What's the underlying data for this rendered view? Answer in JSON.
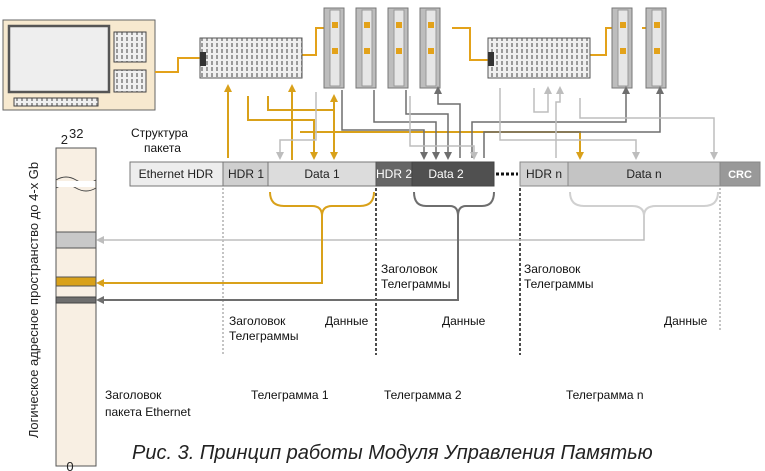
{
  "packet_structure_label": [
    "Структура",
    "пакета"
  ],
  "segments": {
    "ethernet_hdr": "Ethernet HDR",
    "hdr1": "HDR 1",
    "data1": "Data 1",
    "hdr2": "HDR 2",
    "data2": "Data 2",
    "hdrn": "HDR n",
    "datan": "Data n",
    "crc": "CRC"
  },
  "address_space": {
    "label": "Логическое адресное пространство до 4-х Gb",
    "top_base": "2",
    "top_exp": "32",
    "bottom": "0"
  },
  "annotations": {
    "header_telegram_1": [
      "Заголовок",
      "Телеграммы"
    ],
    "data_1": "Данные",
    "header_telegram_2": [
      "Заголовок",
      "Телеграммы"
    ],
    "data_2": "Данные",
    "header_telegram_n": [
      "Заголовок",
      "Телеграммы"
    ],
    "data_n": "Данные"
  },
  "bottom_labels": {
    "ethernet_header": [
      "Заголовок",
      "пакета Ethernet"
    ],
    "telegram_1": "Телеграмма 1",
    "telegram_2": "Телеграмма 2",
    "telegram_n": "Телеграмма n"
  },
  "caption": "Рис. 3. Принцип работы Модуля Управления Памятью",
  "colors": {
    "telegram_1": "#d9a11a",
    "telegram_2": "#6e6e6e",
    "telegram_n": "#c0c0c0",
    "bus": "#e3a21a",
    "panel_fill": "#f7e9cf"
  }
}
